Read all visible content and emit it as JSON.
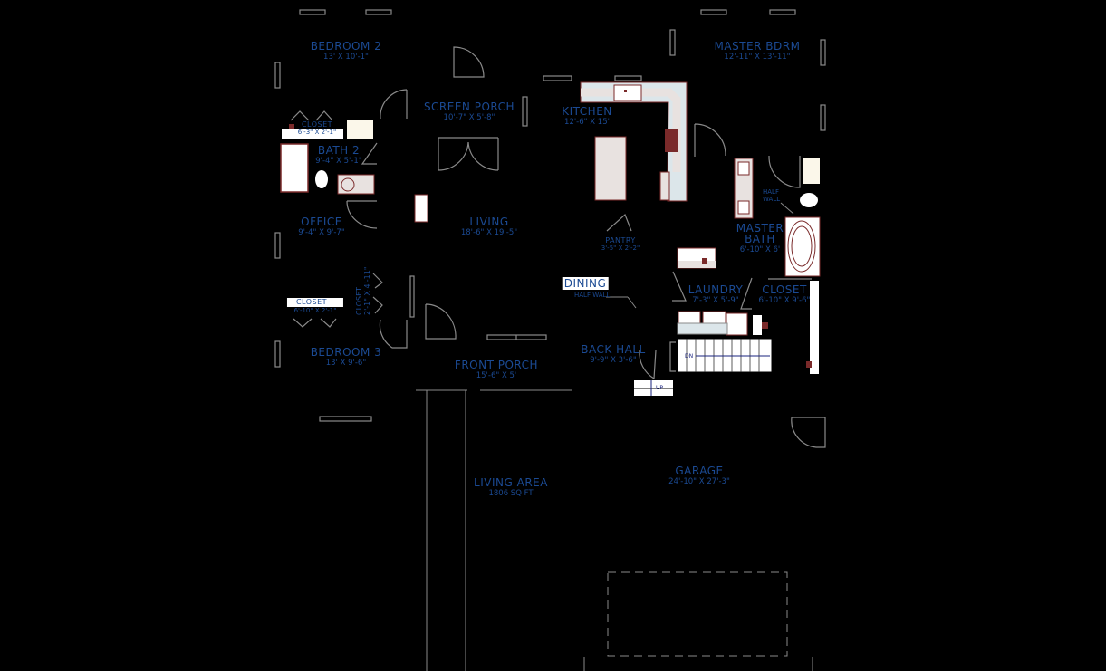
{
  "plan": {
    "label_color": "#1b4a93",
    "wall_color": "#8a8a8a",
    "fixture_outline": "#7a2a2a",
    "fixture_fill": "#e8e2e0",
    "counter_fill": "#dce6ea",
    "rooms": [
      {
        "id": "bedroom-2",
        "name": "BEDROOM 2",
        "dim": "13' X 10'-1\""
      },
      {
        "id": "screen-porch",
        "name": "SCREEN PORCH",
        "dim": "10'-7\" X 5'-8\""
      },
      {
        "id": "kitchen",
        "name": "KITCHEN",
        "dim": "12'-6\" X 15'"
      },
      {
        "id": "master-bdrm",
        "name": "MASTER BDRM",
        "dim": "12'-11\" X 13'-11\""
      },
      {
        "id": "closet-bath2",
        "name": "CLOSET",
        "dim": "6'-3\" X 2'-1\""
      },
      {
        "id": "bath-2",
        "name": "BATH 2",
        "dim": "9'-4\" X 5'-1\""
      },
      {
        "id": "office",
        "name": "OFFICE",
        "dim": "9'-4\" X 9'-7\""
      },
      {
        "id": "living",
        "name": "LIVING",
        "dim": "18'-6\" X 19'-5\""
      },
      {
        "id": "pantry",
        "name": "PANTRY",
        "dim": "3'-5\" X 2'-2\""
      },
      {
        "id": "master-bath",
        "name": "MASTER BATH",
        "dim": "6'-10\" X 6'"
      },
      {
        "id": "dining",
        "name": "DINING",
        "dim": ""
      },
      {
        "id": "laundry",
        "name": "LAUNDRY",
        "dim": "7'-3\" X 5'-9\""
      },
      {
        "id": "closet-master",
        "name": "CLOSET",
        "dim": "6'-10\" X 9'-6\""
      },
      {
        "id": "closet-bed3",
        "name": "CLOSET",
        "dim": "6'-10\" X 2'-1\""
      },
      {
        "id": "closet-hall",
        "name": "CLOSET",
        "dim": "2'-1\" X 4'-11\""
      },
      {
        "id": "bedroom-3",
        "name": "BEDROOM 3",
        "dim": "13' X 9'-6\""
      },
      {
        "id": "front-porch",
        "name": "FRONT PORCH",
        "dim": "15'-6\" X 5'"
      },
      {
        "id": "back-hall",
        "name": "BACK HALL",
        "dim": "9'-9\" X 3'-6\""
      },
      {
        "id": "living-area",
        "name": "LIVING AREA",
        "dim": "1806 SQ FT"
      },
      {
        "id": "garage",
        "name": "GARAGE",
        "dim": "24'-10\" X 27'-3\""
      }
    ],
    "notes": {
      "half_wall_dining": "HALF WALL",
      "half_wall_bath_line1": "HALF",
      "half_wall_bath_line2": "WALL",
      "stair_down": "DN",
      "stair_up": "UP"
    }
  }
}
